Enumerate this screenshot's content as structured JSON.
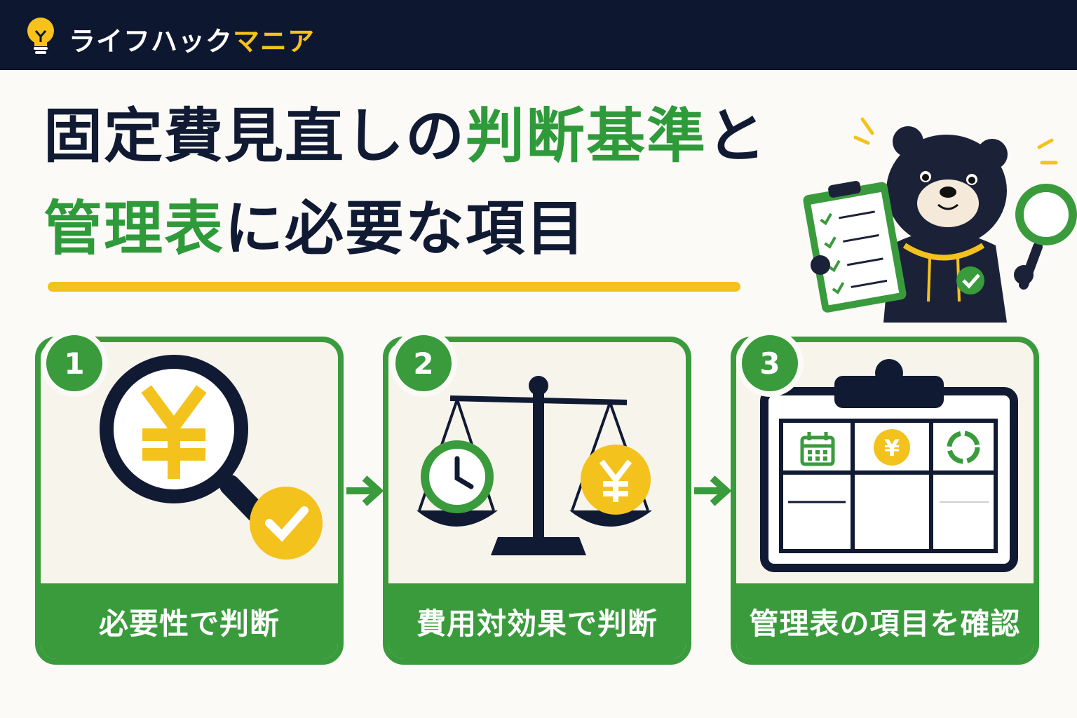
{
  "header": {
    "logo_part1": "ライフハック",
    "logo_part2": "マニア",
    "icon": "lightbulb-icon"
  },
  "title": {
    "line1_dark": "固定費見直しの",
    "line1_green": "判断基準",
    "line1_dark2": "と",
    "line2_green": "管理表",
    "line2_dark": "に必要な項目"
  },
  "steps": [
    {
      "number": "1",
      "label": "必要性で判断",
      "icon": "magnifier-yen-check-icon"
    },
    {
      "number": "2",
      "label": "費用対効果で判断",
      "icon": "balance-scale-clock-yen-icon"
    },
    {
      "number": "3",
      "label": "管理表の項目を確認",
      "icon": "clipboard-table-icon"
    }
  ],
  "table_icons": {
    "yen": "¥"
  },
  "colors": {
    "navy": "#0d1730",
    "green": "#3a9b3d",
    "yellow": "#f4c21c",
    "text_dark": "#111a33",
    "background": "#fbfaf7"
  }
}
